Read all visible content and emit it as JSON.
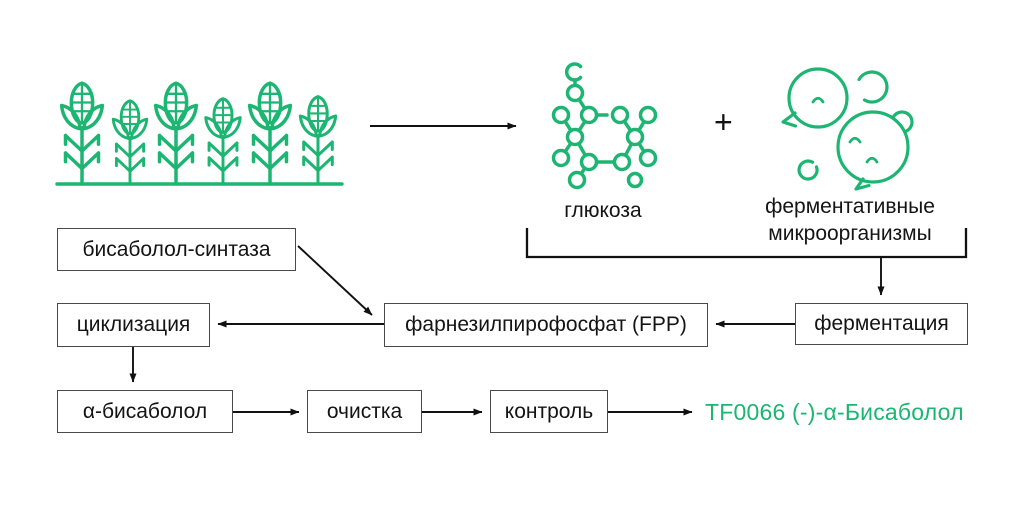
{
  "colors": {
    "accent_green": "#1db572",
    "arrow_black": "#111111",
    "box_border_gray": "#4a4a4a",
    "background": "#ffffff"
  },
  "flow": {
    "plus_sign": "+",
    "glucose_label": "глюкоза",
    "microorganisms_label": [
      "ферментативные",
      "микроорганизмы"
    ],
    "boxes": {
      "synthase": "бисаболол-синтаза",
      "cyclization": "циклизация",
      "fpp": "фарнезилпирофосфат (FPP)",
      "fermentation": "ферментация",
      "bisabolol": "α-бисаболол",
      "purification": "очистка",
      "control": "контроль"
    },
    "product": "TF0066 (-)-α-Бисаболол",
    "icons": {
      "corn": "corn-field-icon",
      "glucose": "glucose-molecule-icon",
      "microbes": "microorganisms-icon"
    },
    "edges": [
      {
        "from": "corn-field",
        "to": "glucose"
      },
      {
        "from": "glucose + microorganisms",
        "to": "fermentation"
      },
      {
        "from": "fermentation",
        "to": "fpp"
      },
      {
        "from": "synthase",
        "to": "fpp"
      },
      {
        "from": "fpp",
        "to": "cyclization"
      },
      {
        "from": "cyclization",
        "to": "bisabolol"
      },
      {
        "from": "bisabolol",
        "to": "purification"
      },
      {
        "from": "purification",
        "to": "control"
      },
      {
        "from": "control",
        "to": "product"
      }
    ]
  }
}
